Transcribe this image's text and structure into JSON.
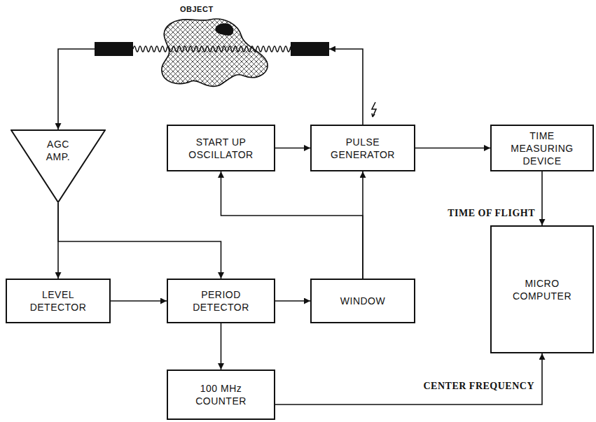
{
  "diagram": {
    "nodes": [
      {
        "text": [
          "OBJECT"
        ]
      },
      {
        "text": [
          "AGC AMP."
        ]
      },
      {
        "text": [
          "START UP OSCILLATOR"
        ]
      },
      {
        "text": [
          "PULSE GENERATOR"
        ]
      },
      {
        "text": [
          "TIME MEASURING DEVICE"
        ]
      },
      {
        "text": [
          "LEVEL DETECTOR"
        ]
      },
      {
        "text": [
          "PERIOD DETECTOR"
        ]
      },
      {
        "text": [
          "WINDOW"
        ]
      },
      {
        "text": [
          "MICRO COMPUTER"
        ]
      },
      {
        "text": [
          "100 MHz COUNTER"
        ]
      }
    ],
    "edges": [
      {
        "from": 3,
        "to": 0,
        "arrow": "to"
      },
      {
        "from": 0,
        "to": 1,
        "arrow": "to"
      },
      {
        "from": 1,
        "to": 5,
        "arrow": "to"
      },
      {
        "from": 1,
        "to": 6,
        "arrow": "to"
      },
      {
        "from": 5,
        "to": 6,
        "arrow": "to"
      },
      {
        "from": 6,
        "to": 7,
        "arrow": "to"
      },
      {
        "from": 6,
        "to": 9,
        "arrow": "to"
      },
      {
        "from": 7,
        "to": 3,
        "arrow": "to"
      },
      {
        "from": 7,
        "to": 2,
        "arrow": "to"
      },
      {
        "from": 2,
        "to": 3,
        "arrow": "to"
      },
      {
        "from": 3,
        "to": 4,
        "arrow": "to"
      },
      {
        "from": 4,
        "to": 8,
        "label": "TIME OF FLIGHT",
        "arrow": "to"
      },
      {
        "from": 9,
        "to": 8,
        "label": "CENTER FREQUENCY",
        "arrow": "to"
      }
    ]
  }
}
